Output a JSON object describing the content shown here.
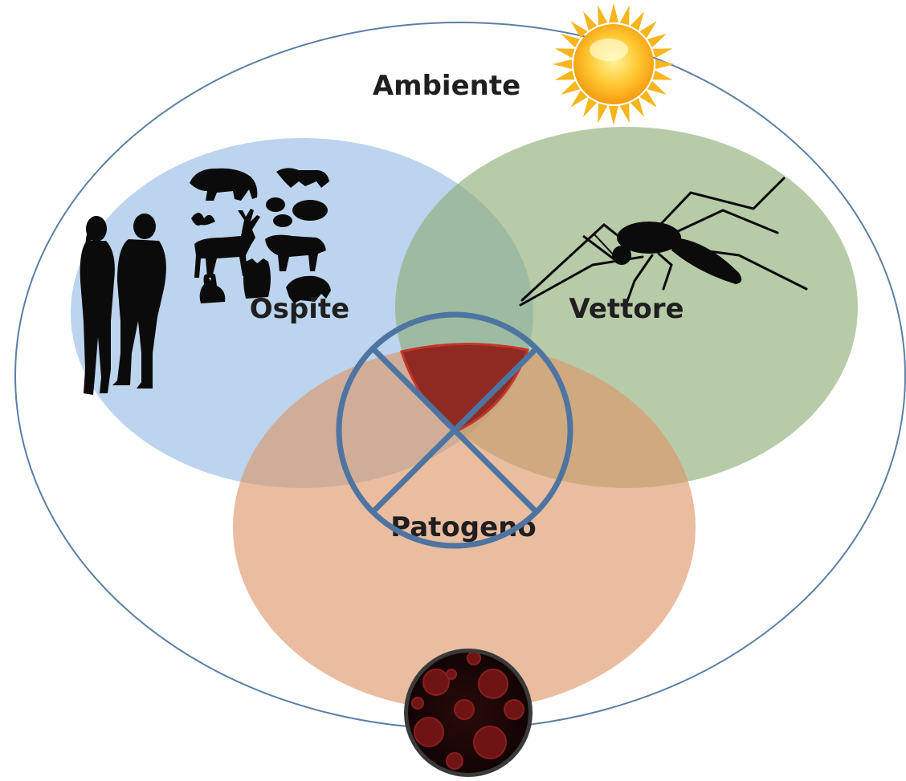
{
  "diagram": {
    "outer_label": "Ambiente",
    "circles": [
      {
        "id": "ospite",
        "label": "Ospite",
        "color": "#a9c8e8"
      },
      {
        "id": "vettore",
        "label": "Vettore",
        "color": "#9db789"
      },
      {
        "id": "patogeno",
        "label": "Patogeno",
        "color": "#e4a67e"
      }
    ],
    "intersection_color": "#8e2a21",
    "cross_color": "#4e74a2",
    "outer_ellipse_color": "#5b7fa6",
    "icons": [
      "sun-icon",
      "human-couple-icon",
      "wild-animals-icon",
      "mosquito-icon",
      "pathogen-virus-icon"
    ]
  }
}
